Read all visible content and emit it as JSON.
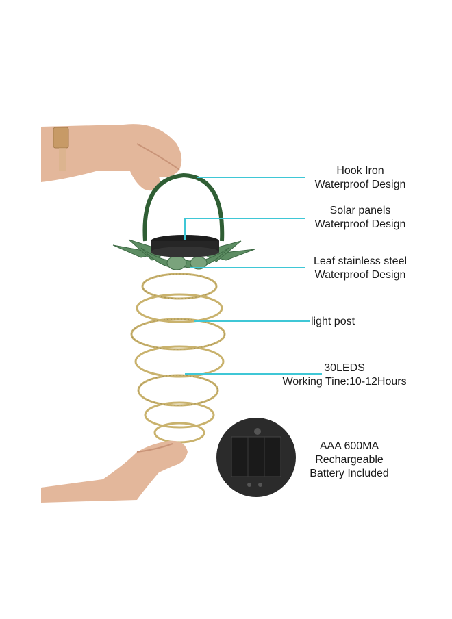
{
  "callouts": {
    "hook": {
      "line1": "Hook Iron",
      "line2": "Waterproof Design"
    },
    "solar": {
      "line1": "Solar panels",
      "line2": "Waterproof Design"
    },
    "leaf": {
      "line1": "Leaf stainless steel",
      "line2": "Waterproof Design"
    },
    "post": {
      "line1": "light post"
    },
    "leds": {
      "line1": "30LEDS",
      "line2": "Working Tine:10-12Hours"
    },
    "battery": {
      "line1": "AAA 600MA",
      "line2": "Rechargeable",
      "line3": "Battery Included"
    }
  },
  "colors": {
    "leader": "#3fc7d6",
    "leaf": "#5d8d63",
    "handle": "#2f5e34",
    "wire": "#c9b26d",
    "skin": "#e3b79b",
    "panel_case": "#2b2b2b"
  }
}
